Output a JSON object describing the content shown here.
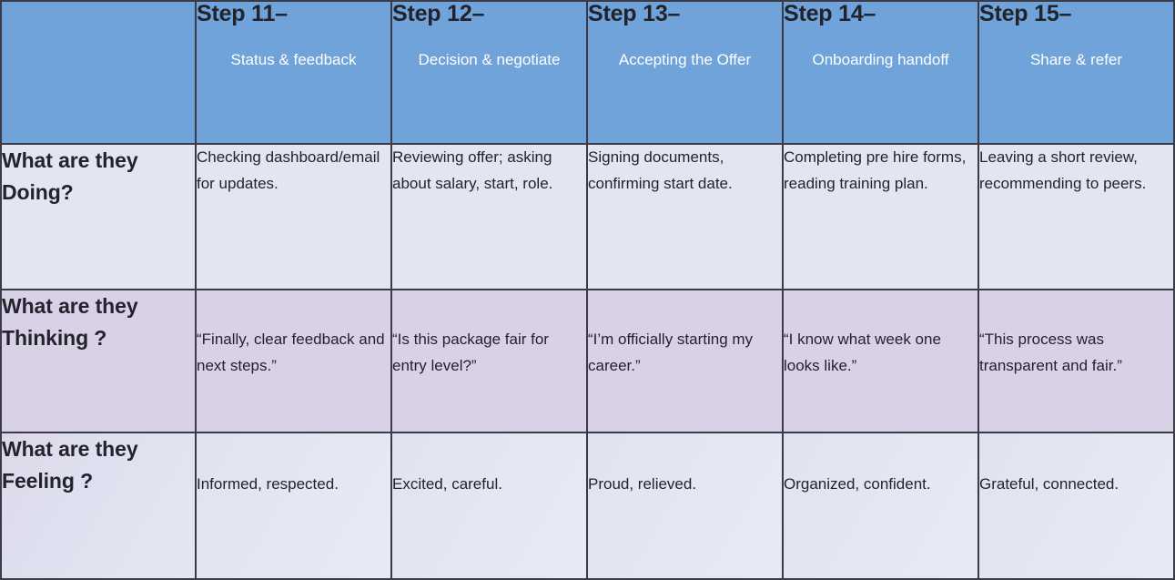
{
  "table": {
    "colors": {
      "header_bg": "#6fa3da",
      "header_title_text": "#23232b",
      "header_sub_text": "#ffffff",
      "row_doing_bg": "#e2e6f2",
      "row_thinking_bg": "#d9d2e7",
      "row_feeling_bg": "#e3e7f3",
      "border": "#3b3b47"
    },
    "corner_label": "",
    "columns": [
      {
        "title": "Step 11–",
        "subtitle": "Status & feedback"
      },
      {
        "title": "Step 12–",
        "subtitle": "Decision & negotiate"
      },
      {
        "title": "Step 13–",
        "subtitle": "Accepting the Offer"
      },
      {
        "title": "Step 14–",
        "subtitle": "Onboarding handoff"
      },
      {
        "title": "Step 15–",
        "subtitle": "Share & refer"
      }
    ],
    "rows": [
      {
        "label": "What are they Doing?",
        "cells": [
          "Checking dashboard/email for updates.",
          "Reviewing offer; asking about salary, start, role.",
          "Signing documents, confirming start date.",
          "Completing pre hire forms, reading training plan.",
          "Leaving a short review, recommending to peers."
        ]
      },
      {
        "label": "What are they Thinking ?",
        "cells": [
          "“Finally, clear feedback and next steps.”",
          "“Is this package fair for entry level?”",
          "“I’m officially starting my career.”",
          "“I know what week one looks like.”",
          "“This process was transparent and fair.”"
        ]
      },
      {
        "label": "What are they Feeling ?",
        "cells": [
          "Informed, respected.",
          "Excited, careful.",
          "Proud, relieved.",
          "Organized, confident.",
          "Grateful, connected."
        ]
      }
    ]
  }
}
